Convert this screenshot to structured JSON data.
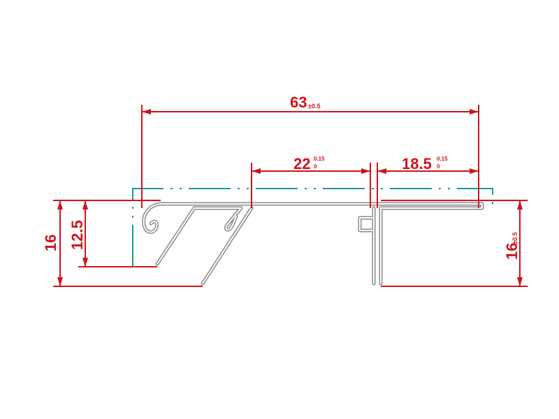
{
  "colors": {
    "background": "#ffffff",
    "dimension": "#d0141c",
    "profile": "#8a8a8a",
    "hidden_line": "#1a9a9a"
  },
  "dimensions": {
    "overall_width": {
      "value": "63",
      "tolerance": "±0.5"
    },
    "center_width": {
      "value": "22",
      "tolerance_upper": "0.15",
      "tolerance_lower": "0"
    },
    "right_width": {
      "value": "18.5",
      "tolerance_upper": "0.15",
      "tolerance_lower": "0"
    },
    "left_height": {
      "value": "16"
    },
    "inner_height": {
      "value": "12.5"
    },
    "right_height": {
      "value": "16",
      "tolerance": "±0.5"
    }
  }
}
